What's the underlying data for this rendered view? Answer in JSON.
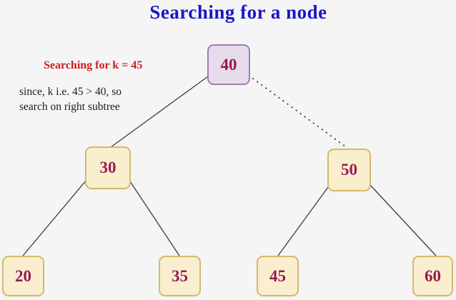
{
  "title": "Searching for a node",
  "annotations": {
    "search_label": "Searching for k = 45",
    "explanation_lines": [
      "since, k i.e. 45 > 40, so",
      "search on right subtree"
    ]
  },
  "tree": {
    "type": "binary-search-tree",
    "search_key": "45",
    "nodes": [
      {
        "value": "40",
        "role": "root",
        "highlighted": true
      },
      {
        "value": "30",
        "role": "child"
      },
      {
        "value": "50",
        "role": "child"
      },
      {
        "value": "20",
        "role": "leaf"
      },
      {
        "value": "35",
        "role": "leaf"
      },
      {
        "value": "45",
        "role": "leaf"
      },
      {
        "value": "60",
        "role": "leaf"
      }
    ],
    "edges": [
      {
        "from": "40",
        "to": "30",
        "style": "solid"
      },
      {
        "from": "40",
        "to": "50",
        "style": "dotted",
        "meaning": "search path to right subtree"
      },
      {
        "from": "30",
        "to": "20",
        "style": "solid"
      },
      {
        "from": "30",
        "to": "35",
        "style": "solid"
      },
      {
        "from": "50",
        "to": "45",
        "style": "solid"
      },
      {
        "from": "50",
        "to": "60",
        "style": "solid"
      }
    ]
  },
  "colors": {
    "background": "#f5f5f6",
    "title_text": "#1b17c5",
    "search_label_text": "#cc2020",
    "explanation_text": "#1d1d1d",
    "node_fill": "#f9efce",
    "node_border": "#d5b86a",
    "root_node_fill": "#e8dcec",
    "root_node_border": "#9d7fae",
    "node_value_text": "#971b53",
    "edge_line": "#3c3c3c"
  }
}
